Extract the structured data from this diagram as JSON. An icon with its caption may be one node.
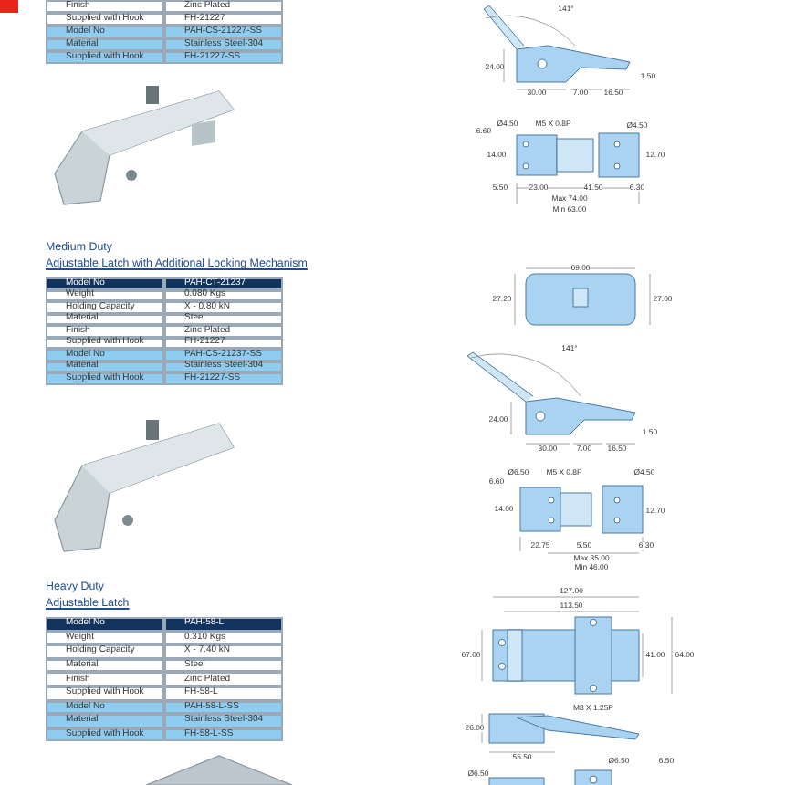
{
  "diagram": {
    "labels": [
      "Finish",
      "Zinc Plated",
      "Supplied with Hook",
      "FH-21227",
      "Model No",
      "PAH-CS-21227-SS",
      "Material",
      "Stainless Steel-304",
      "Supplied with Hook",
      "FH-21227-SS",
      "141°",
      "24.00",
      "30.00",
      "7.00",
      "16.50",
      "1.50",
      "Ø4.50",
      "M5 X 0.8P",
      "Ø4.50",
      "6.60",
      "14.00",
      "12.70",
      "5.50",
      "23.00",
      "41.50",
      "6.30",
      "Max 74.00",
      "Min 63.00",
      "Medium Duty",
      "Adjustable Latch with Additional Locking Mechanism",
      "Model No",
      "PAH-CT-21237",
      "Weight",
      "0.080 Kgs",
      "Holding Capacity",
      "X - 0.80 kN",
      "Material",
      "Steel",
      "Finish",
      "Zinc Plated",
      "Supplied with Hook",
      "FH-21227",
      "Model No",
      "PAH-CS-21237-SS",
      "Material",
      "Stainless Steel-304",
      "Supplied with Hook",
      "FH-21227-SS",
      "69.00",
      "27.20",
      "27.00",
      "141°",
      "24.00",
      "30.00",
      "7.00",
      "16.50",
      "1.50",
      "Ø6.50",
      "M5 X 0.8P",
      "Ø4.50",
      "6.60",
      "14.00",
      "12.70",
      "22.75",
      "5.50",
      "6.30",
      "Max 35.00",
      "Min 46.00",
      "Heavy Duty",
      "Adjustable Latch",
      "Model No",
      "PAH-58-L",
      "Weight",
      "0.310 Kgs",
      "Holding Capacity",
      "X - 7.40 kN",
      "Material",
      "Steel",
      "Finish",
      "Zinc Plated",
      "Supplied with Hook",
      "FH-58-L",
      "Model No",
      "PAH-58-L-SS",
      "Material",
      "Stainless Steel-304",
      "Supplied with Hook",
      "FH-58-L-SS",
      "127.00",
      "113.50",
      "67.00",
      "41.00",
      "64.00",
      "M8 X 1.25P",
      "26.00",
      "55.50",
      "Ø6.50",
      "Ø6.50",
      "6.50"
    ]
  }
}
